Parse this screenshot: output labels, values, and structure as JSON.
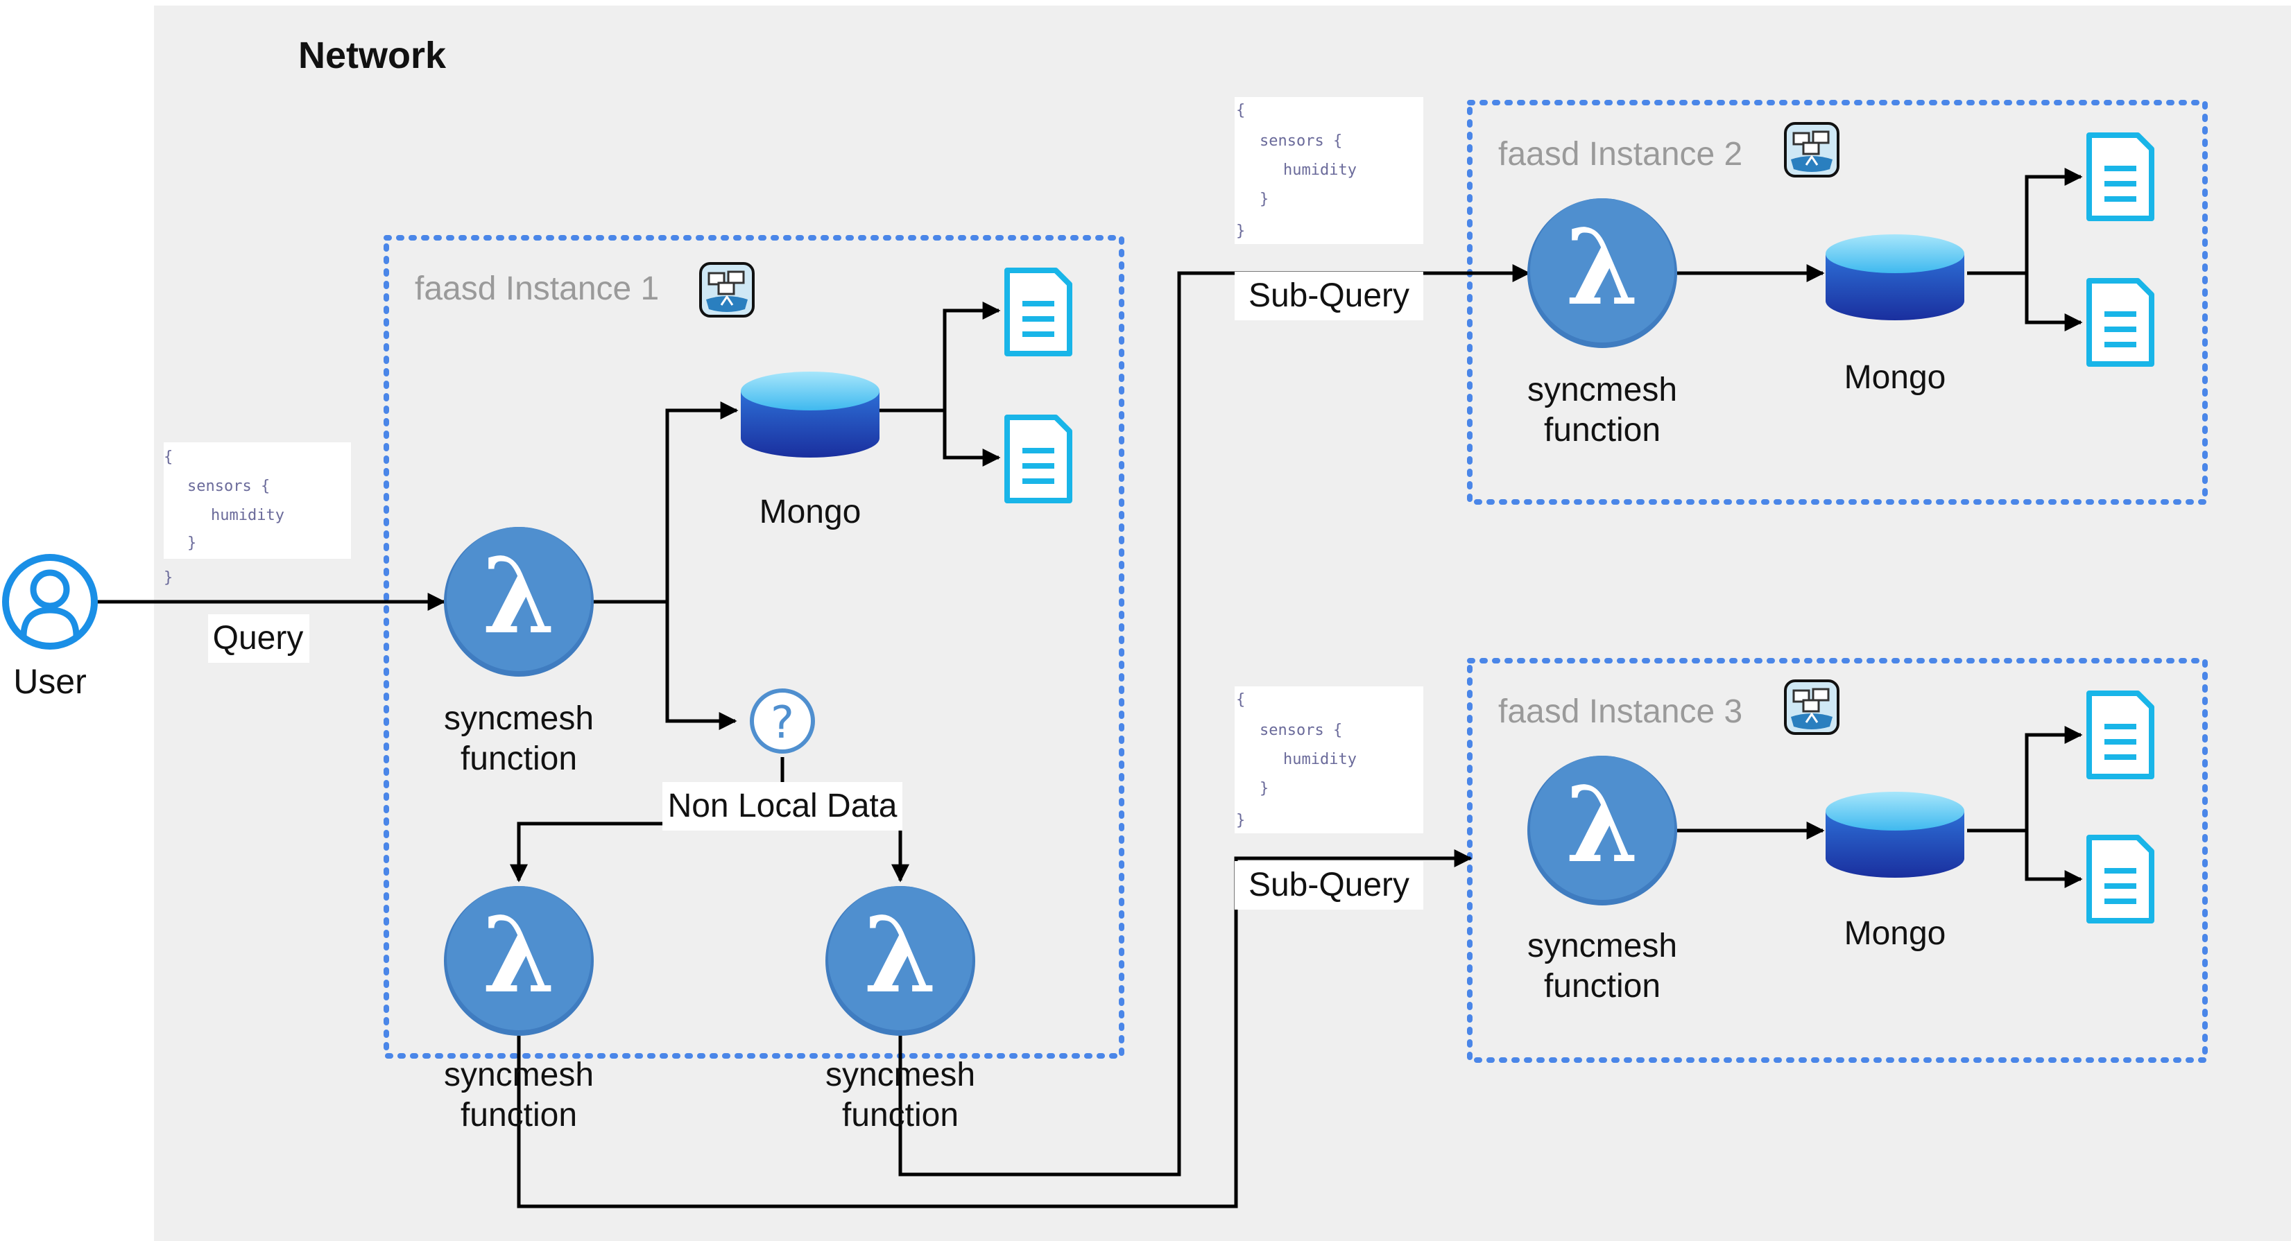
{
  "network": {
    "title": "Network"
  },
  "user": {
    "label": "User"
  },
  "query": {
    "label": "Query",
    "code": [
      "{",
      "sensors  {",
      "humidity",
      "}",
      "}"
    ]
  },
  "instance1": {
    "title": "faasd Instance 1",
    "function_label": [
      "syncmesh",
      "function"
    ],
    "db_label": "Mongo",
    "non_local_label": "Non Local Data",
    "sub_function_a_label": [
      "syncmesh",
      "function"
    ],
    "sub_function_b_label": [
      "syncmesh",
      "function"
    ]
  },
  "instance2": {
    "title": "faasd Instance 2",
    "function_label": [
      "syncmesh",
      "function"
    ],
    "db_label": "Mongo",
    "subquery_label": "Sub-Query",
    "code": [
      "{",
      "sensors  {",
      "humidity",
      "}",
      "}"
    ]
  },
  "instance3": {
    "title": "faasd Instance 3",
    "function_label": [
      "syncmesh",
      "function"
    ],
    "db_label": "Mongo",
    "subquery_label": "Sub-Query",
    "code": [
      "{",
      "sensors  {",
      "humidity",
      "}",
      "}"
    ]
  },
  "icons": {
    "lambda": "lambda-function-icon",
    "database": "mongo-database-icon",
    "document": "document-icon",
    "question": "question-icon",
    "user": "user-icon",
    "faasd": "faasd-whale-icon"
  },
  "colors": {
    "network_bg": "#efefef",
    "instance_border": "#4a86e8",
    "lambda_fill": "#4f8fcf",
    "db_top": "#7fd3f5",
    "db_body": "#1f3fb0",
    "document": "#19b5e8",
    "user": "#1a8fe6"
  }
}
